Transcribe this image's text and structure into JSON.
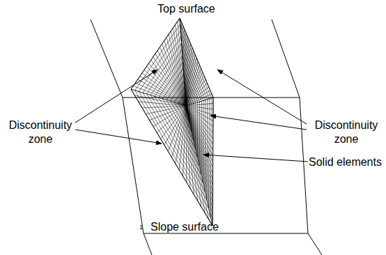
{
  "diagram": {
    "labels": [
      "Top surface",
      "Discontinuity zone",
      "Discontinuity zone",
      "Solid elements",
      "Slope surface",
      "1"
    ]
  }
}
